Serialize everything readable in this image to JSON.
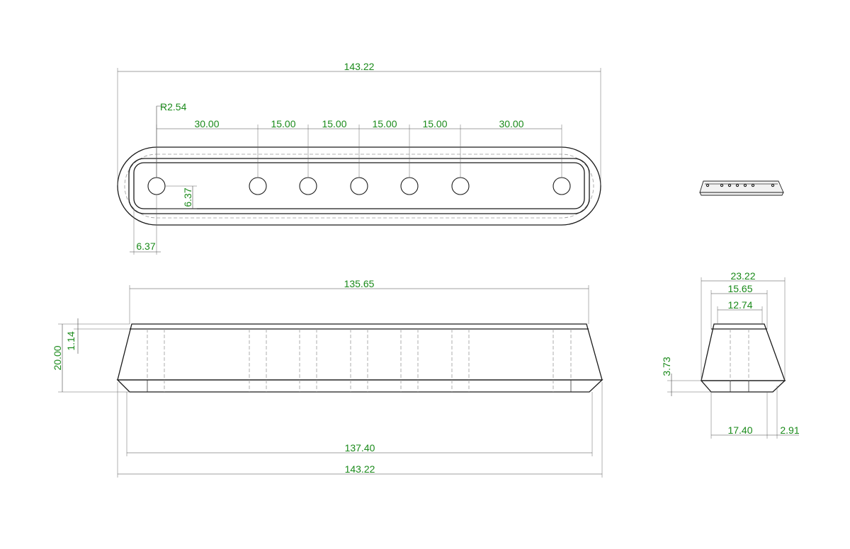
{
  "top_view": {
    "overall_length": "143.22",
    "radius": "R2.54",
    "spacings": [
      "30.00",
      "15.00",
      "15.00",
      "15.00",
      "15.00",
      "30.00"
    ],
    "hole_offset_y": "6.37",
    "hole_offset_x": "6.37"
  },
  "front_view": {
    "top_length": "135.65",
    "height": "20.00",
    "chamfer": "1.14",
    "bottom_inner_length": "137.40",
    "bottom_overall_length": "143.22"
  },
  "side_view": {
    "width_overall": "23.22",
    "width_mid": "15.65",
    "width_top": "12.74",
    "base_height": "3.73",
    "base_width": "17.40",
    "base_step": "2.91"
  },
  "colors": {
    "dimension_text": "#1a8a1a",
    "line": "#1a1a1a"
  }
}
